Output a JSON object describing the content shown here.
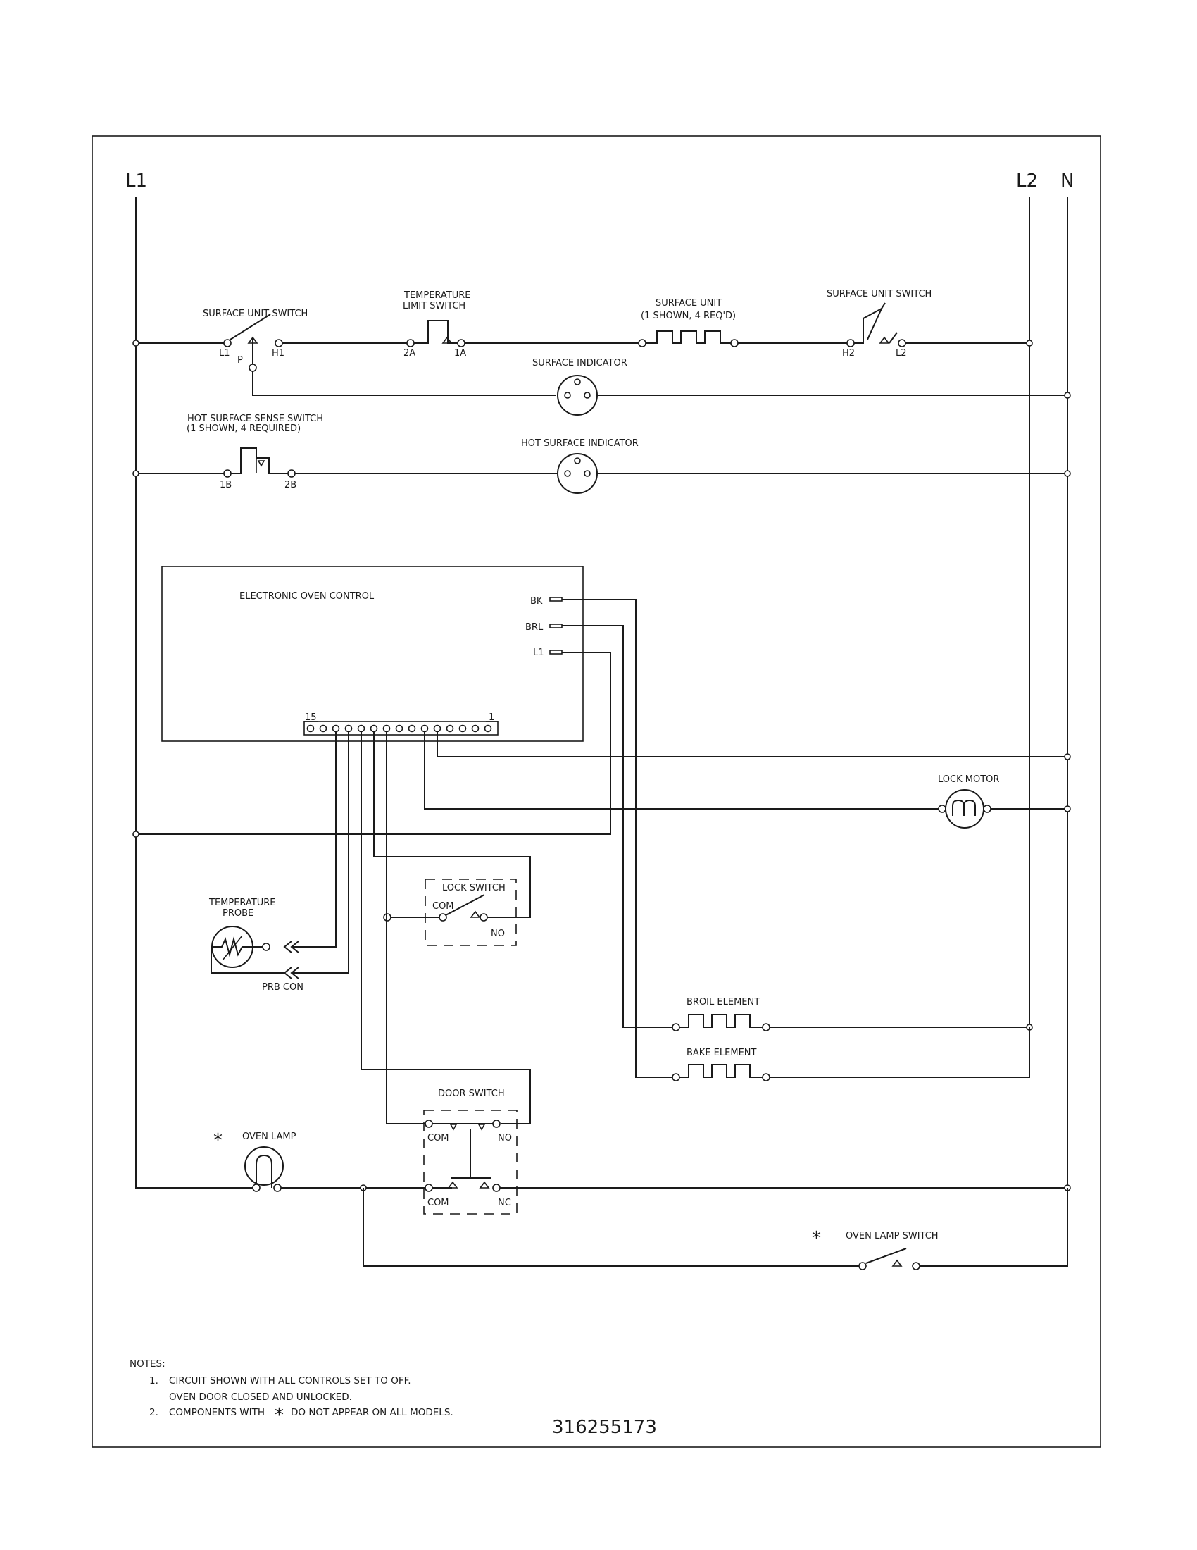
{
  "rails": {
    "l1": "L1",
    "l2": "L2",
    "n": "N"
  },
  "labels": {
    "surface_unit_switch_left": "SURFACE UNIT SWITCH",
    "temp_limit_switch_line1": "TEMPERATURE",
    "temp_limit_switch_line2": "LIMIT SWITCH",
    "surface_unit_line1": "SURFACE UNIT",
    "surface_unit_line2": "(1 SHOWN, 4 REQ'D)",
    "surface_unit_switch_right": "SURFACE UNIT SWITCH",
    "surface_indicator": "SURFACE INDICATOR",
    "hot_surface_sense_line1": "HOT SURFACE SENSE SWITCH",
    "hot_surface_sense_line2": "(1 SHOWN, 4 REQUIRED)",
    "hot_surface_indicator": "HOT SURFACE INDICATOR",
    "electronic_oven_control": "ELECTRONIC OVEN CONTROL",
    "lock_motor": "LOCK MOTOR",
    "lock_switch": "LOCK SWITCH",
    "temp_probe_line1": "TEMPERATURE",
    "temp_probe_line2": "PROBE",
    "prb_con": "PRB CON",
    "broil_element": "BROIL ELEMENT",
    "bake_element": "BAKE ELEMENT",
    "door_switch": "DOOR SWITCH",
    "oven_lamp": "OVEN LAMP",
    "oven_lamp_switch": "OVEN LAMP SWITCH",
    "asterisk": "*"
  },
  "terminals": {
    "l1": "L1",
    "p": "P",
    "h1": "H1",
    "t2a": "2A",
    "t1a": "1A",
    "h2": "H2",
    "l2": "L2",
    "t1b": "1B",
    "t2b": "2B",
    "bk": "BK",
    "brl": "BRL",
    "ctrl_l1": "L1",
    "conn_15": "15",
    "conn_1": "1",
    "lock_com": "COM",
    "lock_no": "NO",
    "door_com_top": "COM",
    "door_no": "NO",
    "door_com_bottom": "COM",
    "door_nc": "NC"
  },
  "notes": {
    "header": "NOTES:",
    "n1_num": "1.",
    "n1_line1": "CIRCUIT SHOWN WITH ALL CONTROLS SET TO OFF.",
    "n1_line2": "OVEN DOOR CLOSED AND UNLOCKED.",
    "n2_num": "2.",
    "n2_before": "COMPONENTS WITH",
    "n2_after": "DO NOT APPEAR ON ALL MODELS."
  },
  "part_number": "316255173"
}
